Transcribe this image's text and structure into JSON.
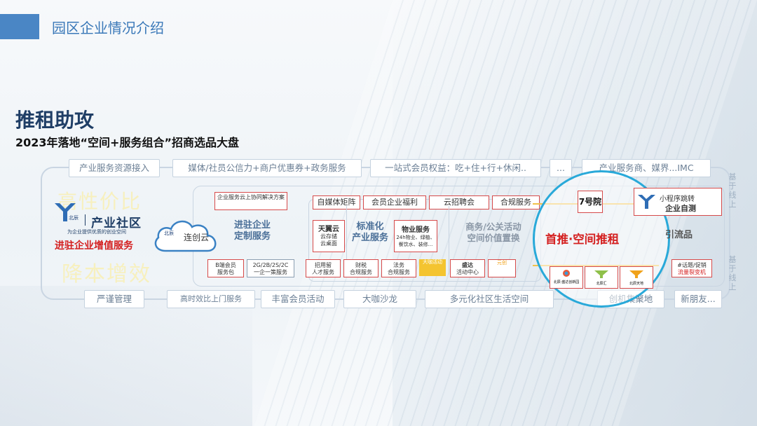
{
  "header": {
    "title": "园区企业情况介绍"
  },
  "page": {
    "title": "推租助攻",
    "subtitle": "2023年落地“空间+服务组合”招商选品大盘"
  },
  "top_chips": [
    "产业服务资源接入",
    "媒体/社员公信力+商户优惠券+政务服务",
    "一站式会员权益：吃+住+行+休闲..",
    "...",
    "产业服务商、媒界...IMC"
  ],
  "bottom_chips": [
    "严谨管理",
    "高时效比上门服务",
    "丰富会员活动",
    "大咖沙龙",
    "多元化社区生活空间",
    "创机集聚地",
    "新朋友..."
  ],
  "left_panel": {
    "ghost_top": "高性价比",
    "ghost_bottom": "降本增效",
    "brand_small": "北辰",
    "brand_main": "产业社区",
    "brand_tag": "为企业提供优质的创业空间",
    "join_service": "进驻企业增值服务"
  },
  "cloud": {
    "brand": "北辰",
    "name": "连创云"
  },
  "custom": {
    "top_box": "企业服务云上协同解决方案",
    "heading": "进驻企业\n定制服务",
    "b_member": "B端会员",
    "b_member_sub": "服务包",
    "b2b": "2G/2B/2S/2C",
    "b2b_sub": "一企一策服务"
  },
  "mid": {
    "chips": [
      "自媒体矩阵",
      "会员企业福利",
      "云招聘会",
      "合规服务"
    ],
    "tianyiyun": "天翼云",
    "tianyiyun_sub": "云存储\n云桌面",
    "standard_head": "标准化\n产业服务",
    "property": "物业服务",
    "property_sub": "24h物业、绿植、餐饮水、装修...",
    "business_head": "商务/公关活动\n空间价值置换",
    "bottom_boxes": [
      "招用留",
      "财税",
      "法务",
      "盛达"
    ],
    "bottom_subs": [
      "人才服务",
      "合规服务",
      "合规服务",
      "活动中心"
    ],
    "yellow_boxes": [
      "大咖活动",
      "元创"
    ]
  },
  "focus": {
    "title": "首推·空间推租",
    "logo_7": "7号院",
    "logos_bottom": [
      "北辰·盛达创新园",
      "北辰汇",
      "北辰天地"
    ]
  },
  "right": {
    "mini_program": "小程序跳转",
    "self_test": "企业自测",
    "pin_flow": "引流品",
    "hotline": "#话题/促销",
    "hotline_sub": "流量裂变机"
  },
  "side_vertical": {
    "upper": "基于线上",
    "lower": "基于线上"
  },
  "colors": {
    "accent_blue": "#4a86c5",
    "title_navy": "#1f3e66",
    "alert_red": "#d42020",
    "circle_cyan": "#29a9d9",
    "gold": "#f1c24a"
  }
}
